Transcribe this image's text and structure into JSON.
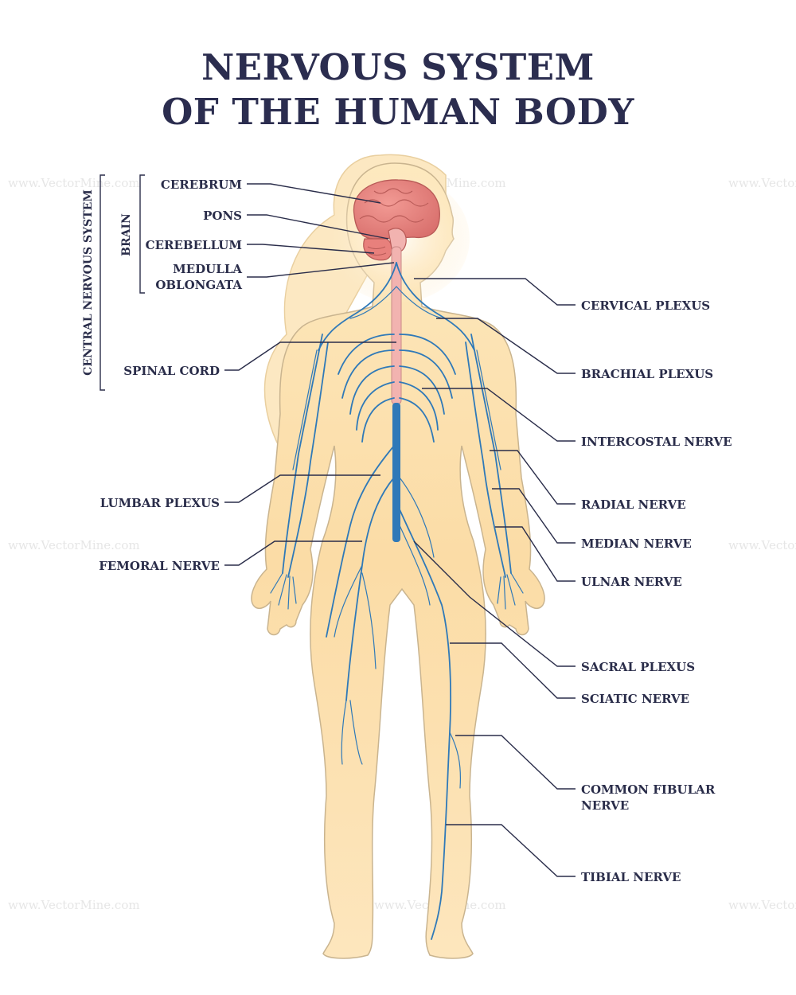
{
  "title": {
    "line1": "NERVOUS SYSTEM",
    "line2": "OF THE HUMAN BODY"
  },
  "groups": {
    "central": "CENTRAL NERVOUS SYSTEM",
    "brain": "BRAIN"
  },
  "labels_left": {
    "cerebrum": "CEREBRUM",
    "pons": "PONS",
    "cerebellum": "CEREBELLUM",
    "medulla_line1": "MEDULLA",
    "medulla_line2": "OBLONGATA",
    "spinal_cord": "SPINAL CORD",
    "lumbar_plexus": "LUMBAR PLEXUS",
    "femoral_nerve": "FEMORAL NERVE"
  },
  "labels_right": {
    "cervical_plexus": "CERVICAL PLEXUS",
    "brachial_plexus": "BRACHIAL PLEXUS",
    "intercostal_nerve": "INTERCOSTAL NERVE",
    "radial_nerve": "RADIAL NERVE",
    "median_nerve": "MEDIAN NERVE",
    "ulnar_nerve": "ULNAR NERVE",
    "sacral_plexus": "SACRAL PLEXUS",
    "sciatic_nerve": "SCIATIC NERVE",
    "common_fibular_line1": "COMMON FIBULAR",
    "common_fibular_line2": "NERVE",
    "tibial_nerve": "TIBIAL NERVE"
  },
  "watermark": "www.VectorMine.com",
  "colors": {
    "body_fill": "#fbe3b3",
    "body_outline": "#c9b48f",
    "hair": "#fbe7c0",
    "brain": "#e88b87",
    "spinal_cord": "#f2b3b0",
    "nerve": "#2f79b8",
    "text": "#2a2d4a"
  }
}
